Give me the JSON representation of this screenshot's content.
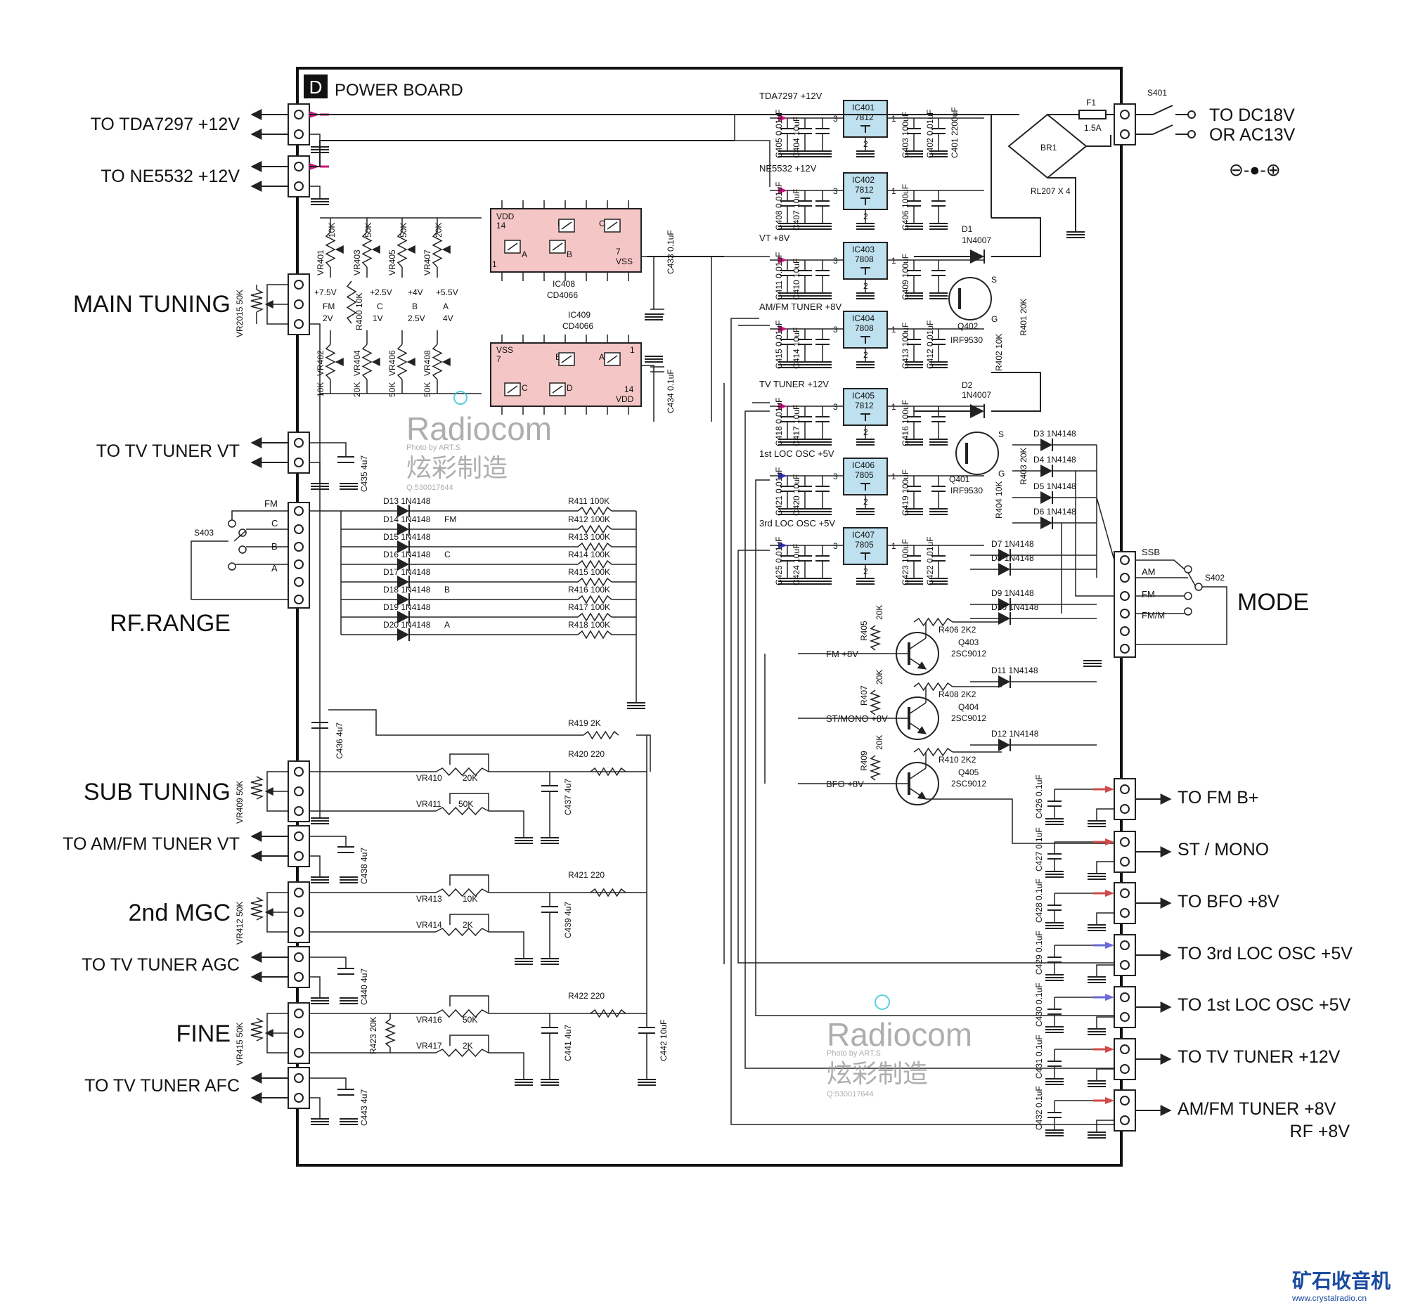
{
  "board": {
    "badge": "D",
    "title": "POWER BOARD"
  },
  "left_ports": {
    "tda7297": "TO TDA7297 +12V",
    "ne5532": "TO NE5532 +12V",
    "main_tuning": "MAIN TUNING",
    "tv_tuner_vt": "TO TV TUNER VT",
    "rf_range": "RF.RANGE",
    "sub_tuning": "SUB TUNING",
    "am_fm_vt": "TO AM/FM TUNER VT",
    "mgc": "2nd MGC",
    "tv_agc": "TO TV TUNER AGC",
    "fine": "FINE",
    "tv_afc": "TO TV TUNER AFC"
  },
  "right_ports": {
    "dc_line1": "TO DC18V",
    "dc_line2": "OR AC13V",
    "polarity": "⊖-●-⊕",
    "mode": "MODE",
    "fm_b": "TO FM B+",
    "st_mono": "ST / MONO",
    "bfo": "TO BFO +8V",
    "loc3": "TO 3rd LOC OSC +5V",
    "loc1": "TO 1st LOC OSC +5V",
    "tv12": "TO TV TUNER +12V",
    "amfm8": "AM/FM TUNER +8V",
    "rf8": "RF +8V"
  },
  "mode_switch": {
    "ref": "S402",
    "positions": [
      "SSB",
      "AM",
      "FM",
      "FM/M"
    ]
  },
  "range_switch": {
    "ref": "S403",
    "positions": [
      "FM",
      "C",
      "B",
      "A"
    ]
  },
  "power_switch": {
    "ref": "S401"
  },
  "rectifier": {
    "ref": "BR1",
    "part": "RL207 X 4",
    "fuse_ref": "F1",
    "fuse_value": "1.5A"
  },
  "regulators": [
    {
      "ref": "IC401",
      "part": "7812",
      "rail": "TDA7297 +12V"
    },
    {
      "ref": "IC402",
      "part": "7812",
      "rail": "NE5532 +12V"
    },
    {
      "ref": "IC403",
      "part": "7808",
      "rail": "VT +8V"
    },
    {
      "ref": "IC404",
      "part": "7808",
      "rail": "AM/FM TUNER +8V"
    },
    {
      "ref": "IC405",
      "part": "7812",
      "rail": "TV TUNER +12V"
    },
    {
      "ref": "IC406",
      "part": "7805",
      "rail": "1st LOC OSC +5V"
    },
    {
      "ref": "IC407",
      "part": "7805",
      "rail": "3rd LOC OSC +5V"
    }
  ],
  "regulator_caps": [
    {
      "in_a": "C405 0.01uF",
      "in_b": "C404 10uF",
      "out_a": "C403 100uF",
      "out_b": "C402 0.01uF",
      "out_c": "C401 2200uF"
    },
    {
      "in_a": "C408 0.01uF",
      "in_b": "C407 10uF",
      "out_a": "C406 100uF"
    },
    {
      "in_a": "C411 0.01uF",
      "in_b": "C410 10uF",
      "out_a": "C409 100uF"
    },
    {
      "in_a": "C415 0.01uF",
      "in_b": "C414 10uF",
      "out_a": "C413 100uF",
      "out_b": "C412 0.01uF"
    },
    {
      "in_a": "C418 0.01uF",
      "in_b": "C417 10uF",
      "out_a": "C416 100uF"
    },
    {
      "in_a": "C421 0.01uF",
      "in_b": "C420 10uF",
      "out_a": "C419 100uF"
    },
    {
      "in_a": "C425 0.01uF",
      "in_b": "C424 10uF",
      "out_a": "C423 100uF",
      "out_b": "C422 0.01uF"
    }
  ],
  "pins": {
    "in": "1",
    "gnd": "2",
    "out": "3"
  },
  "switch_ics": [
    {
      "ref": "IC408",
      "part": "CD4066",
      "vdd": "VDD",
      "vdd_pin": "14",
      "vss": "VSS",
      "vss_pin": "7",
      "pin1": "1",
      "labels": [
        "D",
        "C",
        "A",
        "B"
      ],
      "cap": "C433 0.1uF"
    },
    {
      "ref": "IC409",
      "part": "CD4066",
      "vdd": "VDD",
      "vdd_pin": "14",
      "vss": "VSS",
      "vss_pin": "7",
      "pin1": "1",
      "labels": [
        "B",
        "A",
        "C",
        "D"
      ],
      "cap": "C434 0.1uF"
    }
  ],
  "presets_top": [
    {
      "ref": "VR401",
      "value": "10K",
      "volt": "+7.5V",
      "band": "FM",
      "volt2": "2V",
      "ref2": "VR402",
      "value2": "10K"
    },
    {
      "ref": "VR403",
      "value": "50K",
      "volt": "+2.5V",
      "band": "C",
      "volt2": "1V",
      "ref2": "VR404",
      "value2": "20K"
    },
    {
      "ref": "VR405",
      "value": "50K",
      "volt": "+4V",
      "band": "B",
      "volt2": "2.5V",
      "ref2": "VR406",
      "value2": "50K"
    },
    {
      "ref": "VR407",
      "value": "20K",
      "volt": "+5.5V",
      "band": "A",
      "volt2": "4V",
      "ref2": "VR408",
      "value2": "50K"
    }
  ],
  "r400": "R400 10K",
  "diodes_range": [
    {
      "ref": "D13 1N4148",
      "tag": ""
    },
    {
      "ref": "D14 1N4148",
      "tag": "FM"
    },
    {
      "ref": "D15 1N4148",
      "tag": ""
    },
    {
      "ref": "D16 1N4148",
      "tag": "C"
    },
    {
      "ref": "D17 1N4148",
      "tag": ""
    },
    {
      "ref": "D18 1N4148",
      "tag": "B"
    },
    {
      "ref": "D19 1N4148",
      "tag": ""
    },
    {
      "ref": "D20 1N4148",
      "tag": "A"
    }
  ],
  "resistors_range": [
    "R411 100K",
    "R412 100K",
    "R413 100K",
    "R414 100K",
    "R415 100K",
    "R416 100K",
    "R417 100K",
    "R418 100K"
  ],
  "tuning_parts": {
    "r419": "R419 2K",
    "r420": "R420 220",
    "r421": "R421 220",
    "r422": "R422 220",
    "vr410": "VR410",
    "vr410v": "20K",
    "vr411": "VR411",
    "vr411v": "50K",
    "vr413": "VR413",
    "vr413v": "10K",
    "vr414": "VR414",
    "vr414v": "2K",
    "vr416": "VR416",
    "vr416v": "50K",
    "vr417": "VR417",
    "vr417v": "2K",
    "vr2015": "VR2015 50K",
    "vr409": "VR409 50K",
    "vr412": "VR412 50K",
    "vr415": "VR415 50K",
    "r423": "R423 20K",
    "c435": "C435 4u7",
    "c436": "C436 4u7",
    "c437": "C437 4u7",
    "c438": "C438 4u7",
    "c439": "C439 4u7",
    "c440": "C440 4u7",
    "c441": "C441 4u7",
    "c442": "C442 10uF",
    "c443": "C443 4u7"
  },
  "switching": {
    "d1": "D1",
    "d1p": "1N4007",
    "d2": "D2",
    "d2p": "1N4007",
    "q402": "Q402",
    "q402p": "IRF9530",
    "q401": "Q401",
    "q401p": "IRF9530",
    "r401": "R401 20K",
    "r402": "R402 10K",
    "r403": "R403 20K",
    "r404": "R404 10K",
    "s": "S",
    "g": "G",
    "mode_diodes": [
      "D3 1N4148",
      "D4 1N4148",
      "D5 1N4148",
      "D6 1N4148",
      "D7 1N4148",
      "D8 1N4148",
      "D9 1N4148",
      "D10 1N4148",
      "D11 1N4148",
      "D12 1N4148"
    ],
    "transistors": [
      {
        "rail": "FM +8V",
        "q": "Q403",
        "part": "2SC9012",
        "rb": "R405",
        "rbv": "20K",
        "rc": "R406 2K2"
      },
      {
        "rail": "ST/MONO +8V",
        "q": "Q404",
        "part": "2SC9012",
        "rb": "R407",
        "rbv": "20K",
        "rc": "R408 2K2"
      },
      {
        "rail": "BFO +8V",
        "q": "Q405",
        "part": "2SC9012",
        "rb": "R409",
        "rbv": "20K",
        "rc": "R410 2K2"
      }
    ],
    "output_caps": [
      "C426 0.1uF",
      "C427 0.1uF",
      "C428 0.1uF",
      "C429 0.1uF",
      "C430 0.1uF",
      "C431 0.1uF",
      "C432 0.1uF"
    ]
  },
  "watermark": {
    "brand": "Radiocom",
    "credit": "Photo by ART.S",
    "cn": "炫彩制造",
    "qq": "Q:530017644"
  },
  "footer": {
    "logo": "矿石收音机",
    "url": "www.crystalradio.cn"
  }
}
